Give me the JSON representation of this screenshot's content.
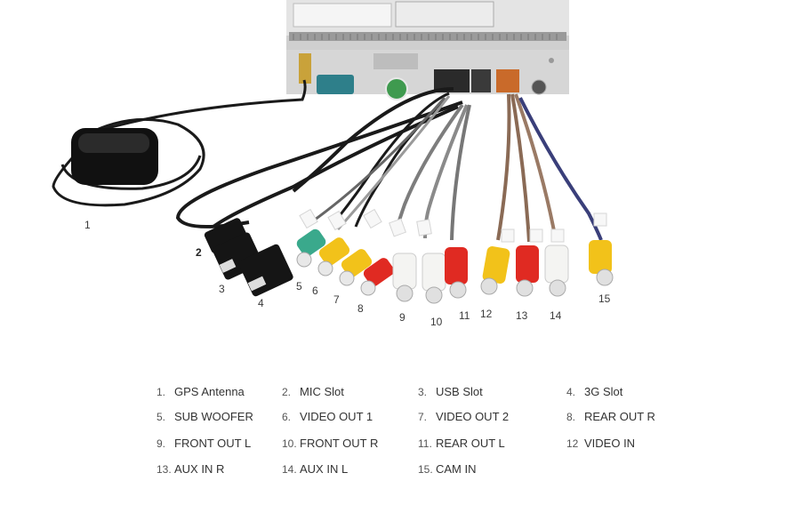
{
  "callouts": [
    "1",
    "2",
    "3",
    "4",
    "5",
    "6",
    "7",
    "8",
    "9",
    "10",
    "11",
    "12",
    "13",
    "14",
    "15"
  ],
  "legend": [
    {
      "n": "1.",
      "label": "GPS Antenna"
    },
    {
      "n": "2.",
      "label": "MIC Slot"
    },
    {
      "n": "3.",
      "label": "USB Slot"
    },
    {
      "n": "4.",
      "label": "3G Slot"
    },
    {
      "n": "5.",
      "label": "SUB WOOFER"
    },
    {
      "n": "6.",
      "label": "VIDEO OUT 1"
    },
    {
      "n": "7.",
      "label": "VIDEO OUT 2"
    },
    {
      "n": "8.",
      "label": "REAR OUT R"
    },
    {
      "n": "9.",
      "label": "FRONT OUT L"
    },
    {
      "n": "10.",
      "label": "FRONT OUT R"
    },
    {
      "n": "11.",
      "label": "REAR OUT L"
    },
    {
      "n": "12",
      "label": "VIDEO IN"
    },
    {
      "n": "13.",
      "label": "AUX IN R"
    },
    {
      "n": "14.",
      "label": "AUX IN L"
    },
    {
      "n": "15.",
      "label": "CAM IN"
    }
  ],
  "colors": {
    "cable_black": "#1a1a1a",
    "cable_grey": "#8a8a8a",
    "cable_brown": "#8a6a55",
    "cable_navy": "#3a3f7a",
    "rca_yellow": "#f2c21a",
    "rca_red": "#e02a22",
    "rca_white": "#f4f4f2",
    "rca_green": "#3aa98c",
    "head_unit": "#d8d8d8"
  },
  "icons": [
    "gps-antenna-icon",
    "usb-connector-icon",
    "rca-plug-icon",
    "head-unit-icon"
  ]
}
